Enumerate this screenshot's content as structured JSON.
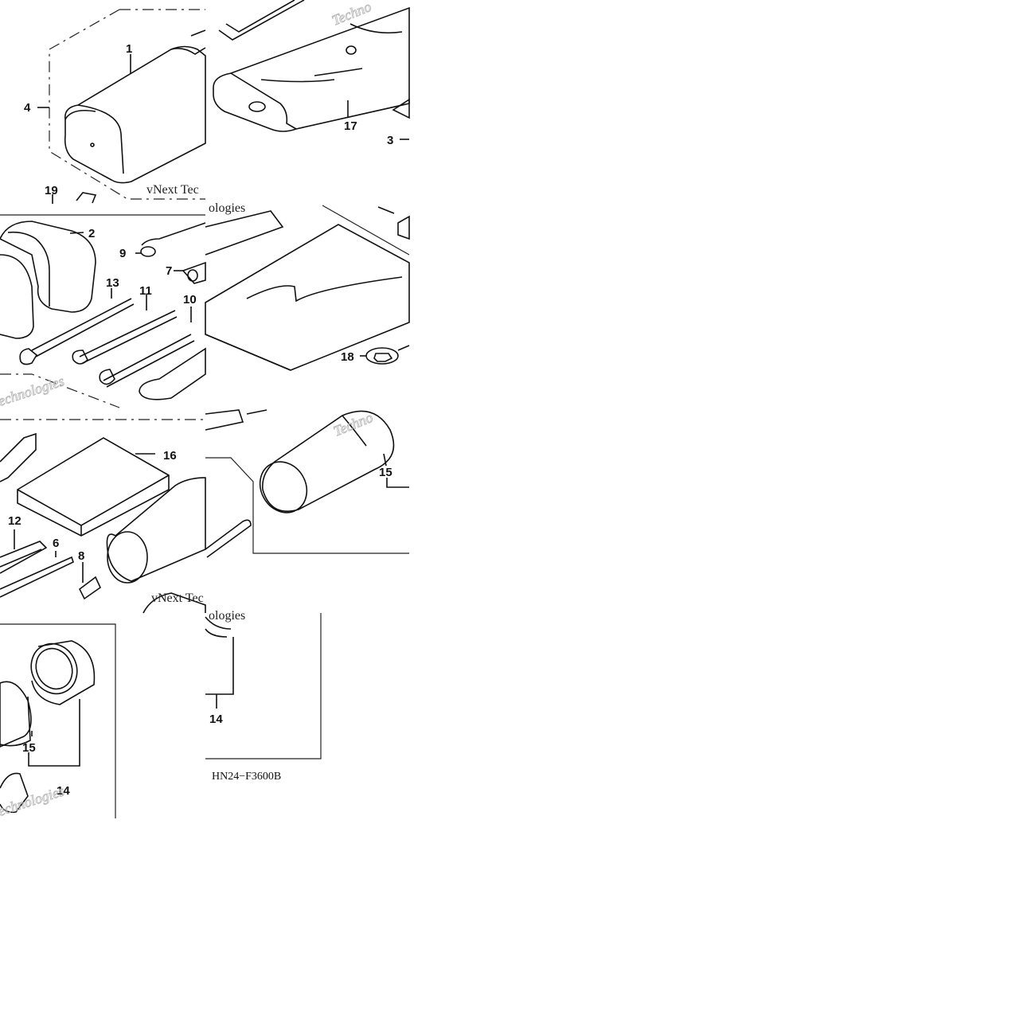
{
  "callouts": {
    "c1": "1",
    "c2": "2",
    "c3": "3",
    "c4": "4",
    "c6": "6",
    "c7": "7",
    "c8": "8",
    "c9": "9",
    "c10": "10",
    "c11": "11",
    "c12": "12",
    "c13": "13",
    "c14a": "14",
    "c14b": "14",
    "c15a": "15",
    "c15b": "15",
    "c16": "16",
    "c17": "17",
    "c18": "18",
    "c19": "19"
  },
  "figure_code": "HN24−F3600B",
  "watermark": {
    "brand": "vNext",
    "brand_line": "vNext Tec",
    "tech": "Technologies",
    "tech_partial": "Techno",
    "tech_partial2": "echnologies",
    "logies": "ologies"
  }
}
